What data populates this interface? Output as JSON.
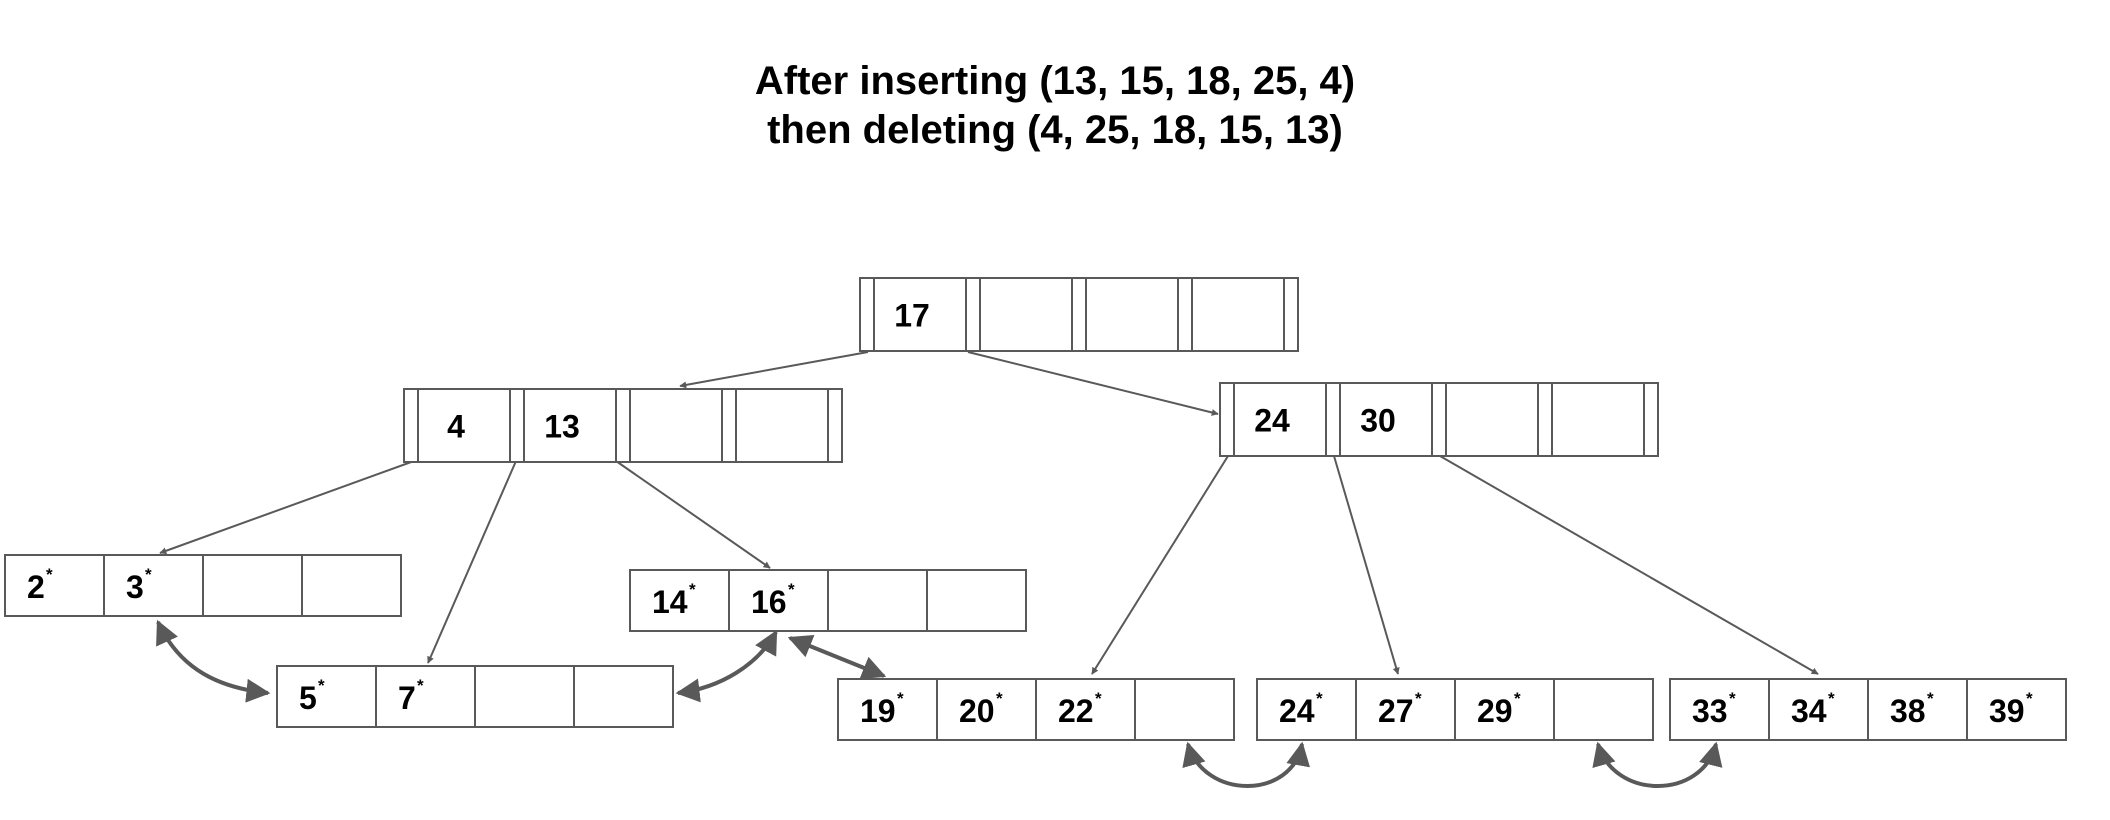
{
  "title": {
    "line1": "After inserting (13, 15, 18, 25, 4)",
    "line2": "then deleting (4, 25, 18, 15, 13)"
  },
  "tree": {
    "root": {
      "keys": [
        "17",
        "",
        "",
        ""
      ]
    },
    "index_left": {
      "keys": [
        "4",
        "13",
        "",
        ""
      ]
    },
    "index_right": {
      "keys": [
        "24",
        "30",
        "",
        ""
      ]
    },
    "leaves": [
      {
        "id": "leaf-a",
        "keys": [
          "2",
          "3",
          "",
          ""
        ]
      },
      {
        "id": "leaf-b",
        "keys": [
          "5",
          "7",
          "",
          ""
        ]
      },
      {
        "id": "leaf-c",
        "keys": [
          "14",
          "16",
          "",
          ""
        ]
      },
      {
        "id": "leaf-d",
        "keys": [
          "19",
          "20",
          "22",
          ""
        ]
      },
      {
        "id": "leaf-e",
        "keys": [
          "24",
          "27",
          "29",
          ""
        ]
      },
      {
        "id": "leaf-f",
        "keys": [
          "33",
          "34",
          "38",
          "39"
        ]
      }
    ],
    "data_entry_marker": "*"
  },
  "colors": {
    "line": "#595959",
    "text": "#000000",
    "background": "#ffffff"
  }
}
